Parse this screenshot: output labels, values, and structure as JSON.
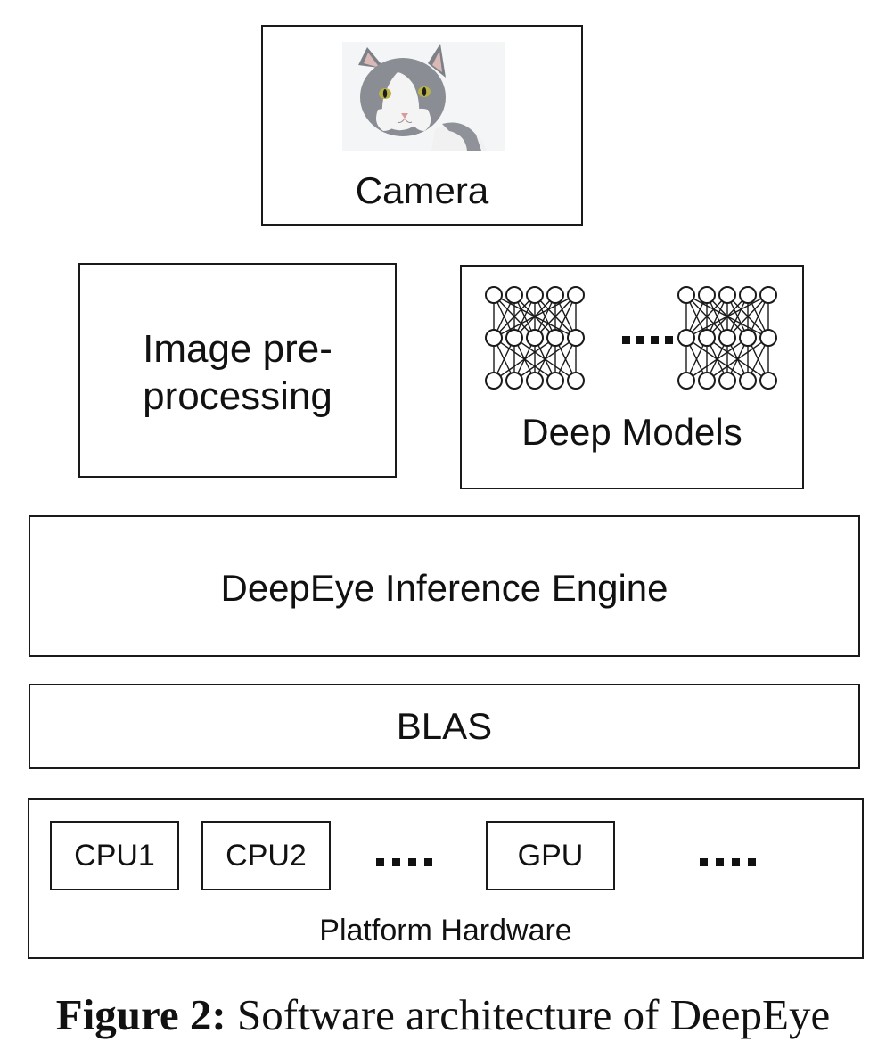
{
  "figure": {
    "caption_number": "Figure 2:",
    "caption_text": "Software architecture of DeepEye"
  },
  "camera": {
    "label": "Camera",
    "image_icon": "cat-photo"
  },
  "preprocessing": {
    "label_line1": "Image pre-",
    "label_line2": "processing"
  },
  "deep_models": {
    "label": "Deep Models",
    "network_icon": "neural-network-icon",
    "network_count_shown": 2,
    "ellipsis": "...."
  },
  "inference_engine": {
    "label": "DeepEye Inference Engine"
  },
  "blas": {
    "label": "BLAS"
  },
  "hardware": {
    "label": "Platform Hardware",
    "chips": [
      "CPU1",
      "CPU2",
      "GPU"
    ],
    "ellipsis": "...."
  },
  "colors": {
    "stroke": "#1a1a1a",
    "background": "#ffffff",
    "cat_gray": "#8a8d93",
    "cat_white": "#f4f4f4",
    "cat_eye": "#b7b24a"
  }
}
